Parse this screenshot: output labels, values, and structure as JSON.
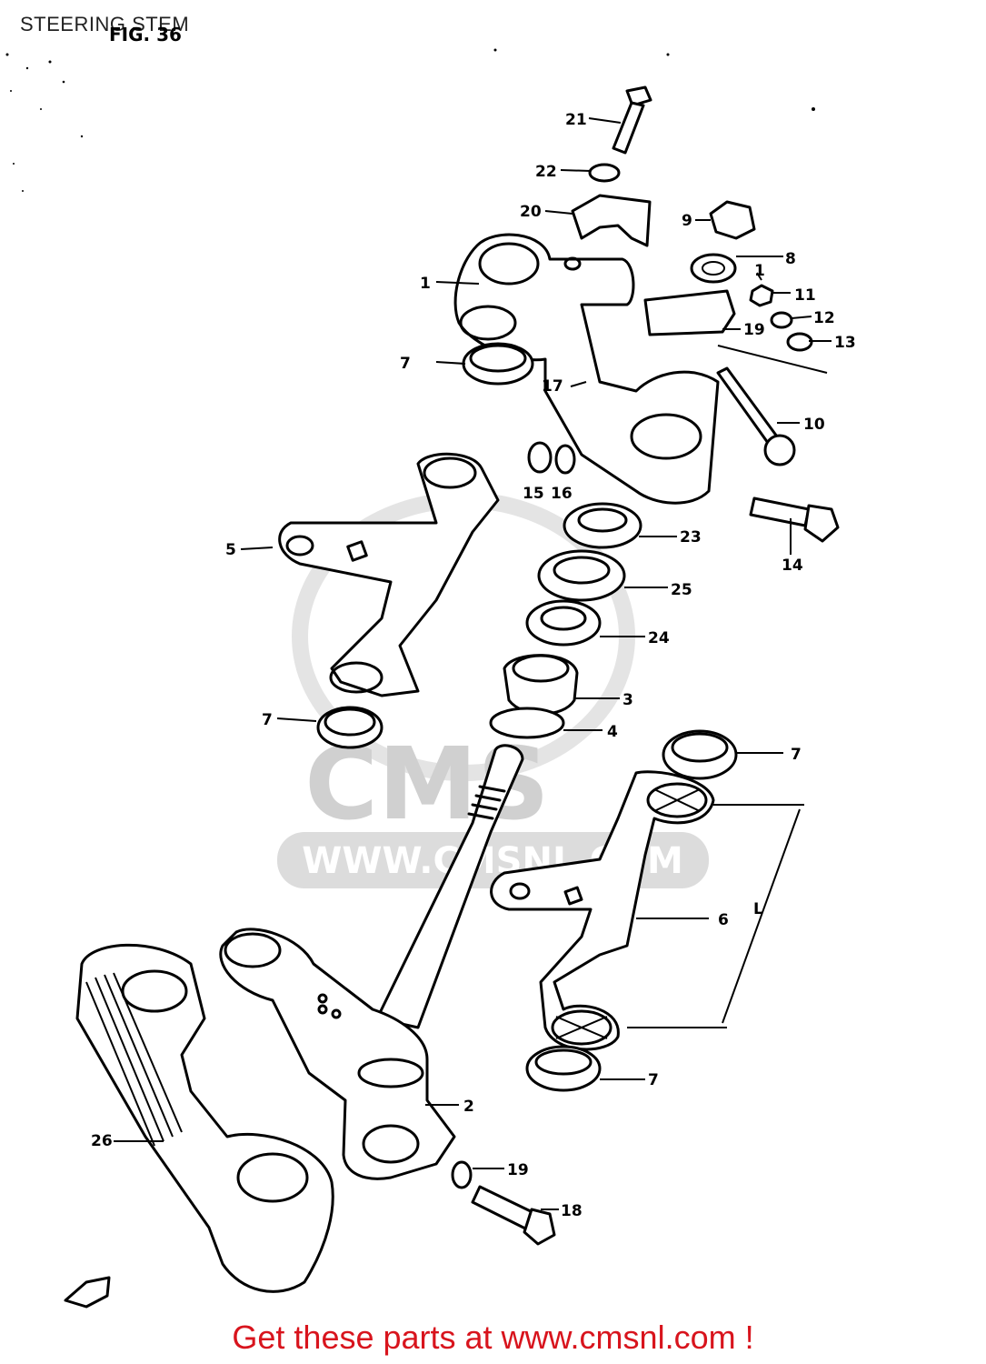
{
  "header": {
    "title": "STEERING STEM",
    "figure": "FIG. 36"
  },
  "watermark": {
    "text": "WWW.CMSNL.COM",
    "logo": "CMS"
  },
  "callouts": {
    "c21": "21",
    "c22": "22",
    "c20": "20",
    "c9": "9",
    "c8": "8",
    "c1a": "1",
    "c11": "11",
    "c12": "12",
    "c13": "13",
    "c19a": "19",
    "c7a": "7",
    "c17": "17",
    "c10": "10",
    "c15": "15",
    "c16": "16",
    "c5": "5",
    "c23": "23",
    "c14": "14",
    "c25": "25",
    "c24": "24",
    "c3": "3",
    "c4": "4",
    "c7b": "7",
    "c7c": "7",
    "c6": "6",
    "cL": "L",
    "c7d": "7",
    "c26": "26",
    "c2": "2",
    "c19b": "19",
    "c18": "18"
  },
  "footer": {
    "link_text": "Get these parts at www.cmsnl.com !"
  },
  "colors": {
    "footer": "#d8141d",
    "watermark": "#d0d0d0"
  }
}
